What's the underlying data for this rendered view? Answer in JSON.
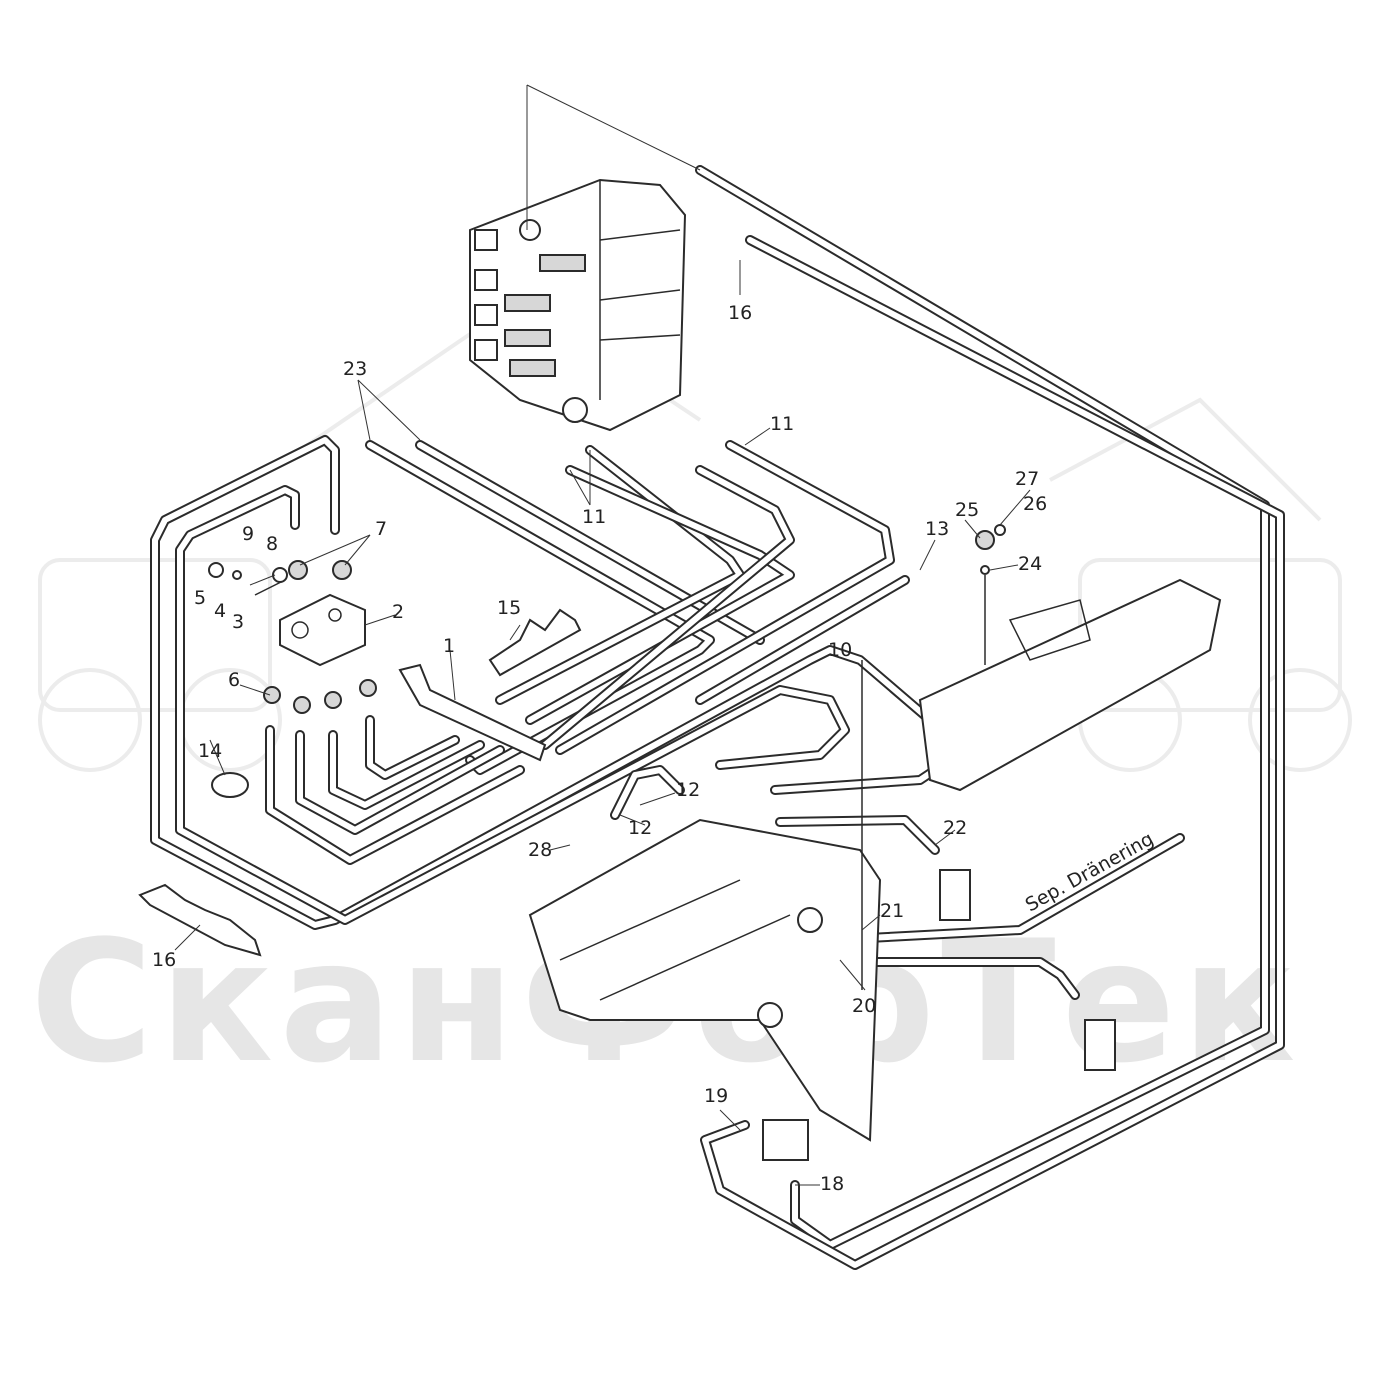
{
  "watermark": {
    "text": "СканФорТек"
  },
  "annotation": {
    "text": "Sep. Dränering"
  },
  "callouts": [
    {
      "id": "c1",
      "text": "1"
    },
    {
      "id": "c2",
      "text": "2"
    },
    {
      "id": "c3",
      "text": "3"
    },
    {
      "id": "c4",
      "text": "4"
    },
    {
      "id": "c5",
      "text": "5"
    },
    {
      "id": "c6",
      "text": "6"
    },
    {
      "id": "c7",
      "text": "7"
    },
    {
      "id": "c8",
      "text": "8"
    },
    {
      "id": "c9",
      "text": "9"
    },
    {
      "id": "c10",
      "text": "10"
    },
    {
      "id": "c11a",
      "text": "11"
    },
    {
      "id": "c11b",
      "text": "11"
    },
    {
      "id": "c12a",
      "text": "12"
    },
    {
      "id": "c12b",
      "text": "12"
    },
    {
      "id": "c13",
      "text": "13"
    },
    {
      "id": "c14",
      "text": "14"
    },
    {
      "id": "c15",
      "text": "15"
    },
    {
      "id": "c16a",
      "text": "16"
    },
    {
      "id": "c16b",
      "text": "16"
    },
    {
      "id": "c18",
      "text": "18"
    },
    {
      "id": "c19",
      "text": "19"
    },
    {
      "id": "c20",
      "text": "20"
    },
    {
      "id": "c21",
      "text": "21"
    },
    {
      "id": "c22",
      "text": "22"
    },
    {
      "id": "c23",
      "text": "23"
    },
    {
      "id": "c24",
      "text": "24"
    },
    {
      "id": "c25",
      "text": "25"
    },
    {
      "id": "c26",
      "text": "26"
    },
    {
      "id": "c27",
      "text": "27"
    },
    {
      "id": "c28",
      "text": "28"
    }
  ]
}
